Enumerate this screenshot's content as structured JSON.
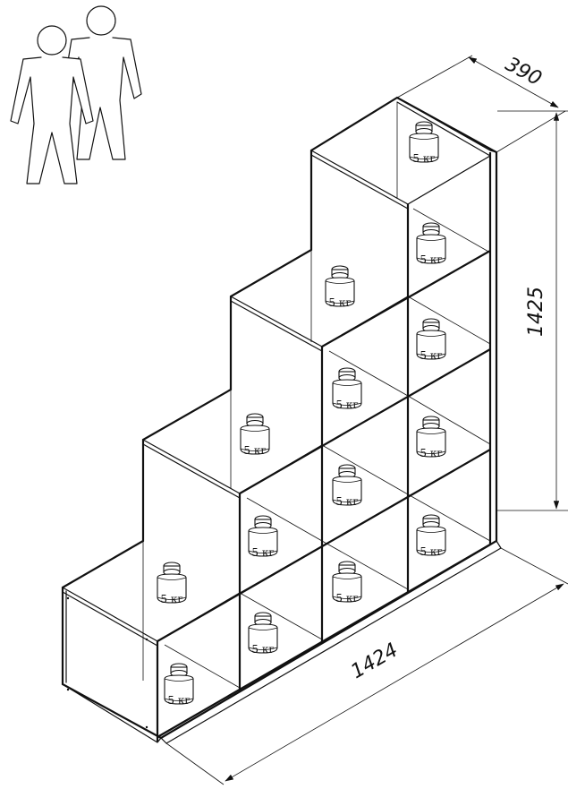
{
  "dimensions": {
    "depth": "390",
    "height": "1425",
    "width": "1424"
  },
  "weight_label": "5 кг",
  "icons": {
    "people": "two-people-icon",
    "weight": "kettlebell-weight-icon"
  }
}
